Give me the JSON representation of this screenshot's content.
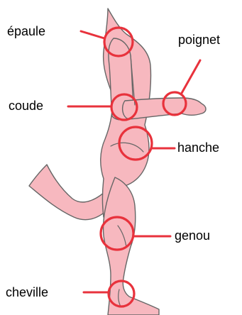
{
  "labels": {
    "shoulder": "épaule",
    "wrist": "poignet",
    "elbow": "coude",
    "hip": "hanche",
    "knee": "genou",
    "ankle": "cheville"
  },
  "colors": {
    "skin": "#f7b8bf",
    "outline": "#666666",
    "marker": "#e8323c",
    "text": "#000000",
    "background": "#ffffff"
  }
}
